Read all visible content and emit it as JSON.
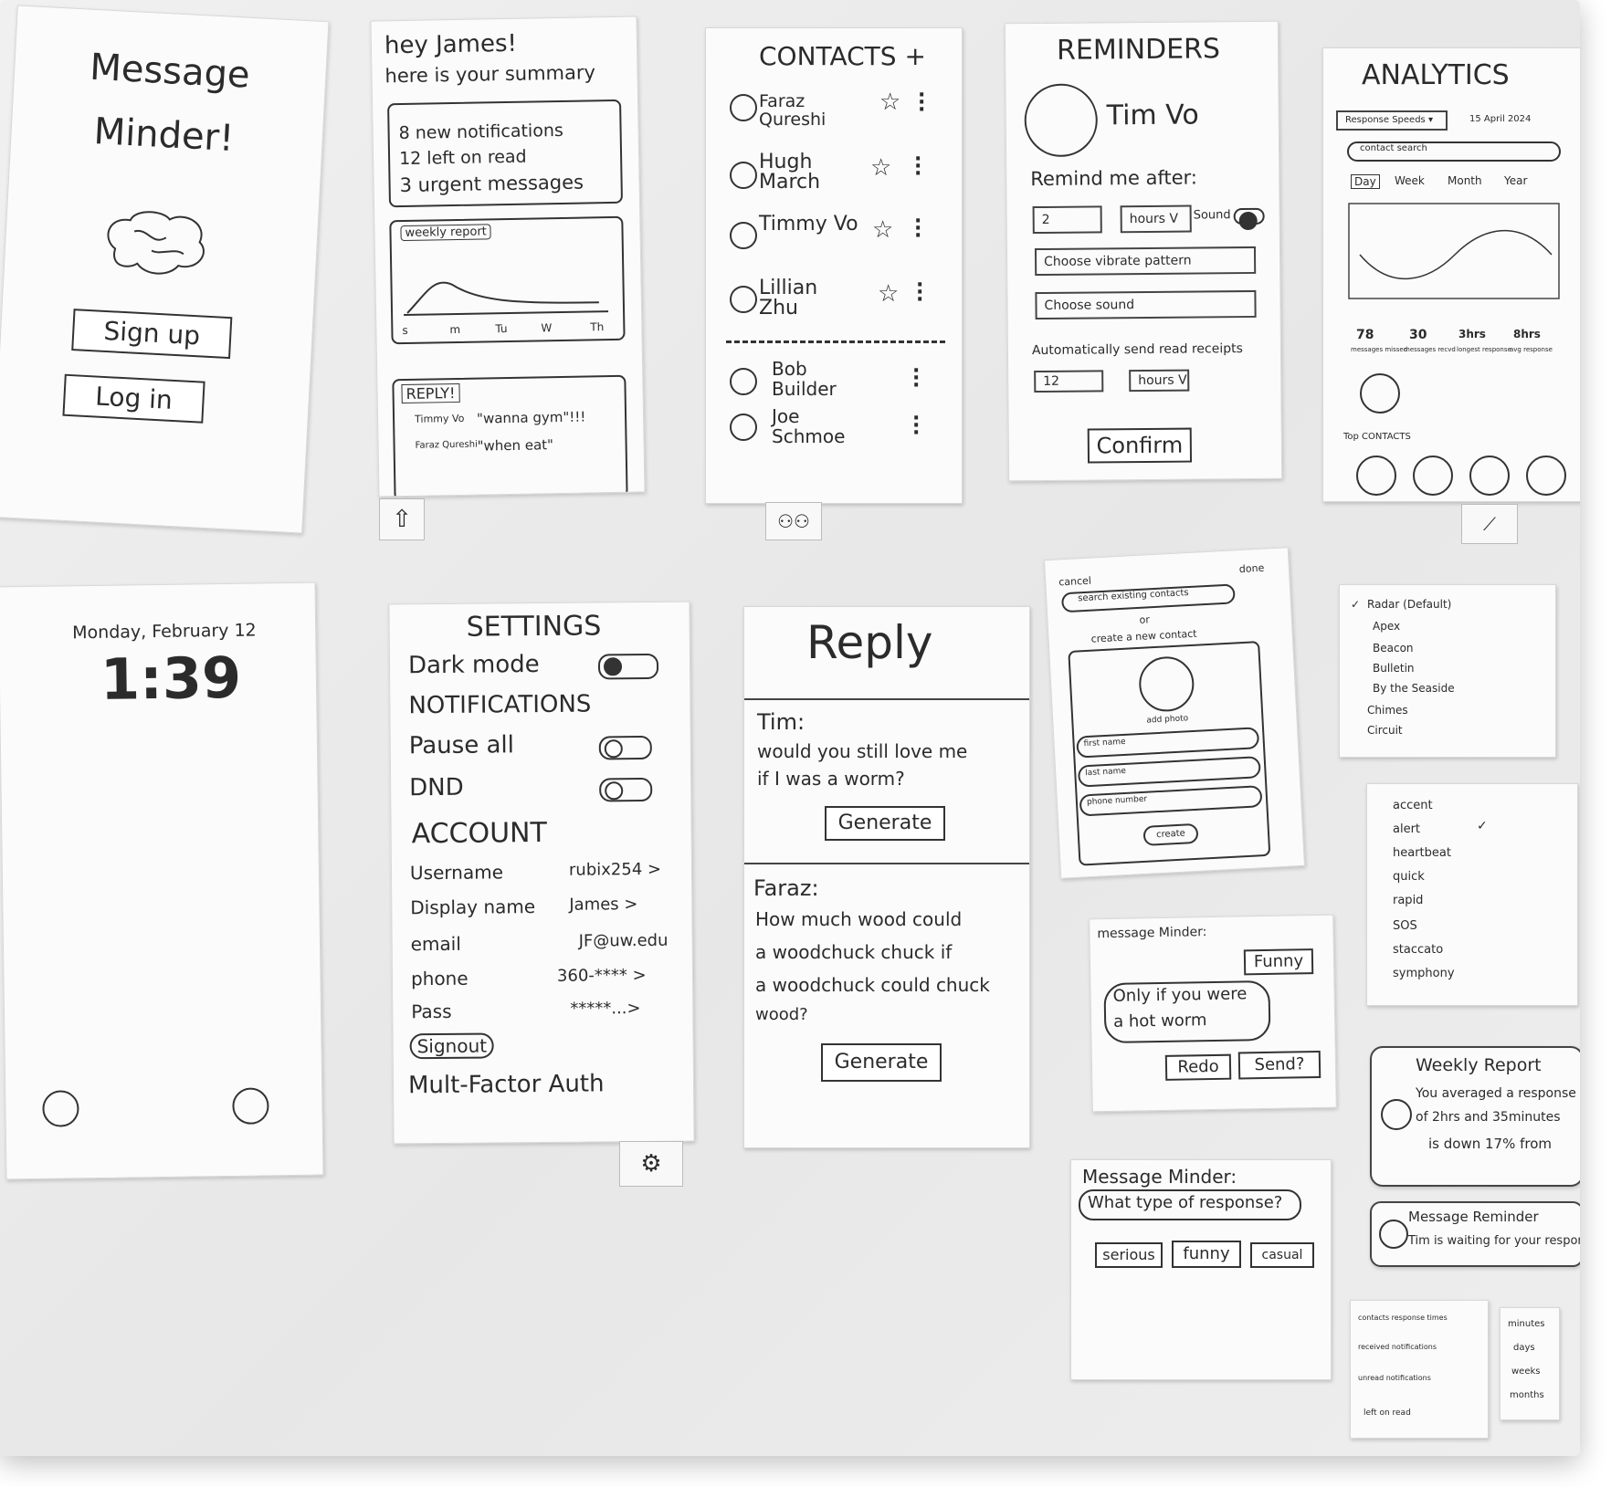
{
  "login": {
    "title1": "Message",
    "title2": "Minder!",
    "signup": "Sign up",
    "login": "Log in"
  },
  "home": {
    "greeting": "hey James!",
    "subtitle": "here is your summary",
    "summary": [
      "8 new notifications",
      "12 left on read",
      "3 urgent messages"
    ],
    "weekly_label": "weekly report",
    "days": [
      "s",
      "m",
      "Tu",
      "W",
      "Th"
    ],
    "reply_label": "REPLY!",
    "replies": [
      {
        "name": "Timmy Vo",
        "text": "\"wanna gym\"!!!"
      },
      {
        "name": "Faraz Qureshi",
        "text": "\"when eat\""
      }
    ]
  },
  "contacts": {
    "title": "CONTACTS +",
    "favorites": [
      {
        "name": "Faraz Qureshi"
      },
      {
        "name": "Hugh March"
      },
      {
        "name": "Timmy Vo"
      },
      {
        "name": "Lillian Zhu"
      }
    ],
    "others": [
      {
        "name": "Bob Builder"
      },
      {
        "name": "Joe Schmoe"
      }
    ],
    "star": "☆"
  },
  "reminders": {
    "title": "REMINDERS",
    "name": "Tim Vo",
    "remind_after": "Remind me after:",
    "value": "2",
    "unit": "hours V",
    "sound": "Sound",
    "vibrate": "Choose vibrate pattern",
    "choose_sound": "Choose sound",
    "auto": "Automatically send read receipts",
    "auto_value": "12",
    "auto_unit": "hours V",
    "confirm": "Confirm"
  },
  "analytics": {
    "title": "ANALYTICS",
    "dropdown": "Response Speeds ▾",
    "date": "15 April 2024",
    "search": "contact search",
    "ranges": [
      "Day",
      "Week",
      "Month",
      "Year"
    ],
    "stats": [
      {
        "v": "78",
        "l": "messages missed"
      },
      {
        "v": "30",
        "l": "messages recvd"
      },
      {
        "v": "3hrs",
        "l": "longest response"
      },
      {
        "v": "8hrs",
        "l": "avg response"
      }
    ],
    "top_contacts": "Top CONTACTS"
  },
  "lock": {
    "date": "Monday, February 12",
    "time": "1:39"
  },
  "settings": {
    "title": "SETTINGS",
    "dark_mode": "Dark mode",
    "notifications": "NOTIFICATIONS",
    "pause_all": "Pause all",
    "dnd": "DND",
    "account": "ACCOUNT",
    "rows": [
      {
        "label": "Username",
        "value": "rubix254 >"
      },
      {
        "label": "Display name",
        "value": "James >"
      },
      {
        "label": "email",
        "value": "JF@uw.edu"
      },
      {
        "label": "phone",
        "value": "360-**** >"
      },
      {
        "label": "Pass",
        "value": "*****...>"
      }
    ],
    "signout": "Signout",
    "mfa": "Mult-Factor Auth"
  },
  "reply": {
    "title": "Reply",
    "msg1_from": "Tim:",
    "msg1_text1": "would you still love me",
    "msg1_text2": "if I was a worm?",
    "generate": "Generate",
    "msg2_from": "Faraz:",
    "msg2_text1": "How much wood could",
    "msg2_text2": "a woodchuck chuck if",
    "msg2_text3": "a woodchuck could chuck",
    "msg2_text4": "wood?"
  },
  "add_contact": {
    "cancel": "cancel",
    "done": "done",
    "search": "search existing contacts",
    "or": "or",
    "create_new": "create a new contact",
    "add_photo": "add photo",
    "first": "first name",
    "last": "last name",
    "phone": "phone number",
    "create": "create"
  },
  "ai_reply": {
    "title": "message Minder:",
    "tone": "Funny",
    "text1": "Only if you were",
    "text2": "a hot worm",
    "redo": "Redo",
    "send": "Send?"
  },
  "response_type": {
    "title": "Message Minder:",
    "question": "What type of response?",
    "options": [
      "serious",
      "funny",
      "casual"
    ]
  },
  "sounds_list": [
    "Radar (Default)",
    "Apex",
    "Beacon",
    "Bulletin",
    "By the Seaside",
    "Chimes",
    "Circuit"
  ],
  "vibrate_list": [
    "accent",
    "alert",
    "heartbeat",
    "quick",
    "rapid",
    "SOS",
    "staccato",
    "symphony"
  ],
  "weekly_notif": {
    "title": "Weekly Report",
    "line1": "You averaged a response",
    "line2": "of 2hrs and 35minutes",
    "line3": "is down 17% from"
  },
  "reminder_notif": {
    "title": "Message Reminder",
    "line1": "Tim is waiting for your response"
  },
  "metrics_list": [
    "contacts response times",
    "received notifications",
    "unread notifications",
    "left on read"
  ],
  "period_list": [
    "minutes",
    "days",
    "weeks",
    "months"
  ]
}
